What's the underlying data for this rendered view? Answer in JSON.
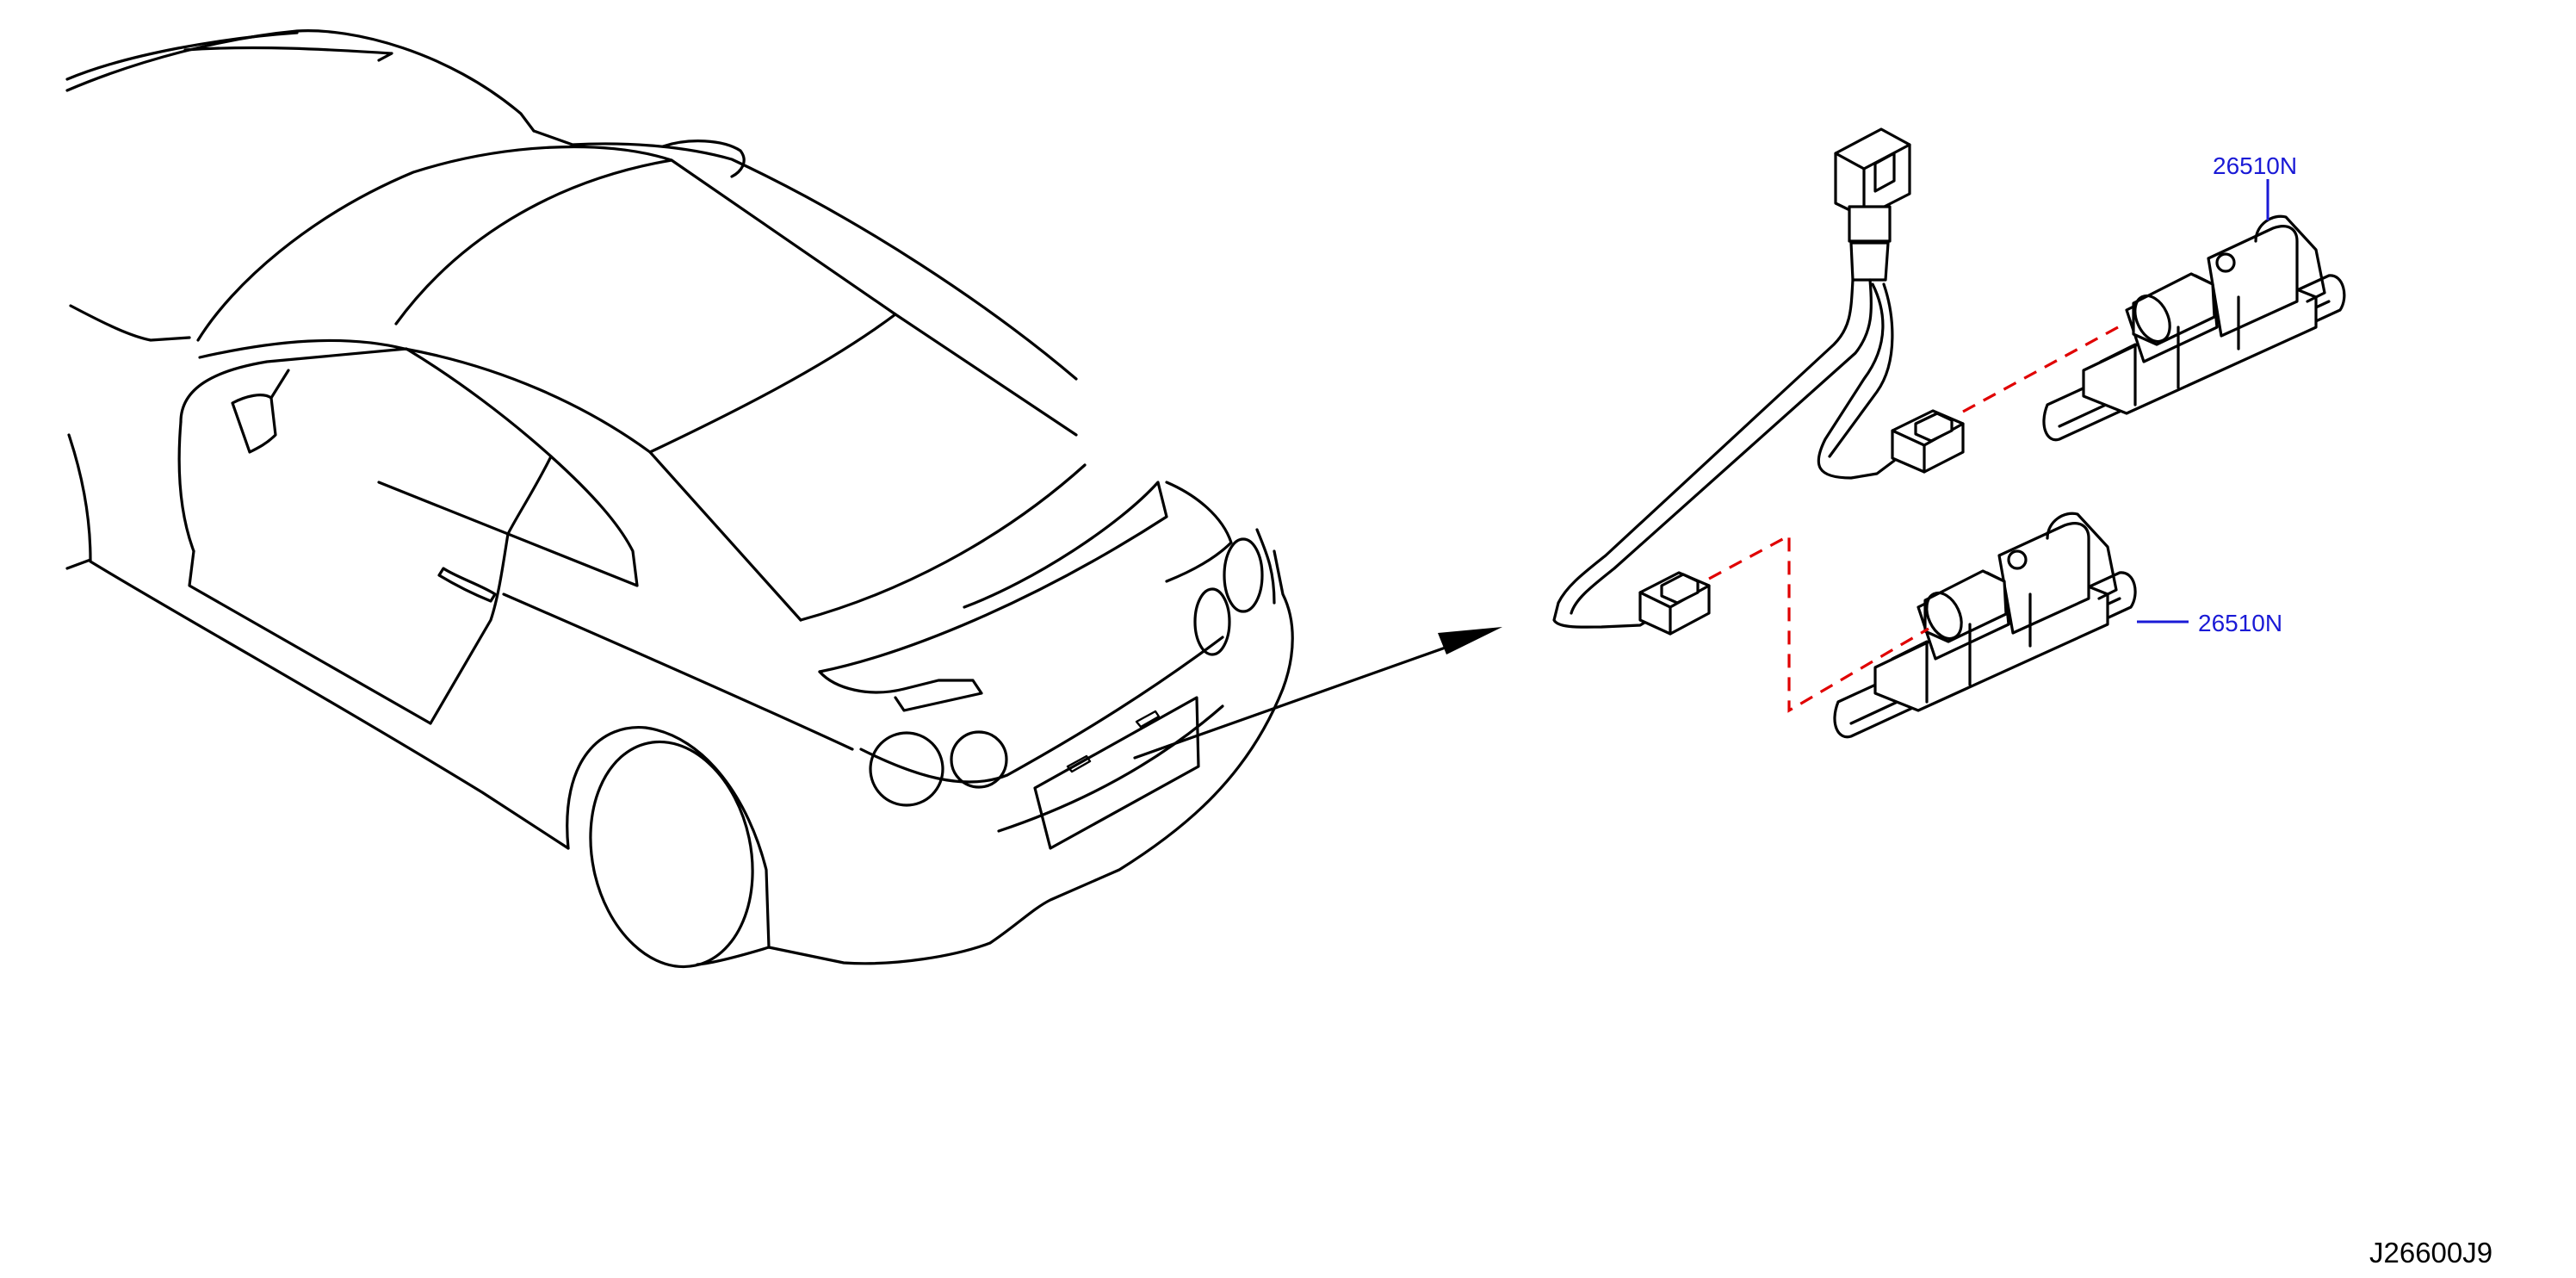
{
  "colors": {
    "line": "#000000",
    "callout": "#1a1ad6",
    "connector_dash": "#e00000"
  },
  "parts": [
    {
      "number": "26510N"
    },
    {
      "number": "26510N"
    }
  ],
  "diagram_code": "J26600J9"
}
